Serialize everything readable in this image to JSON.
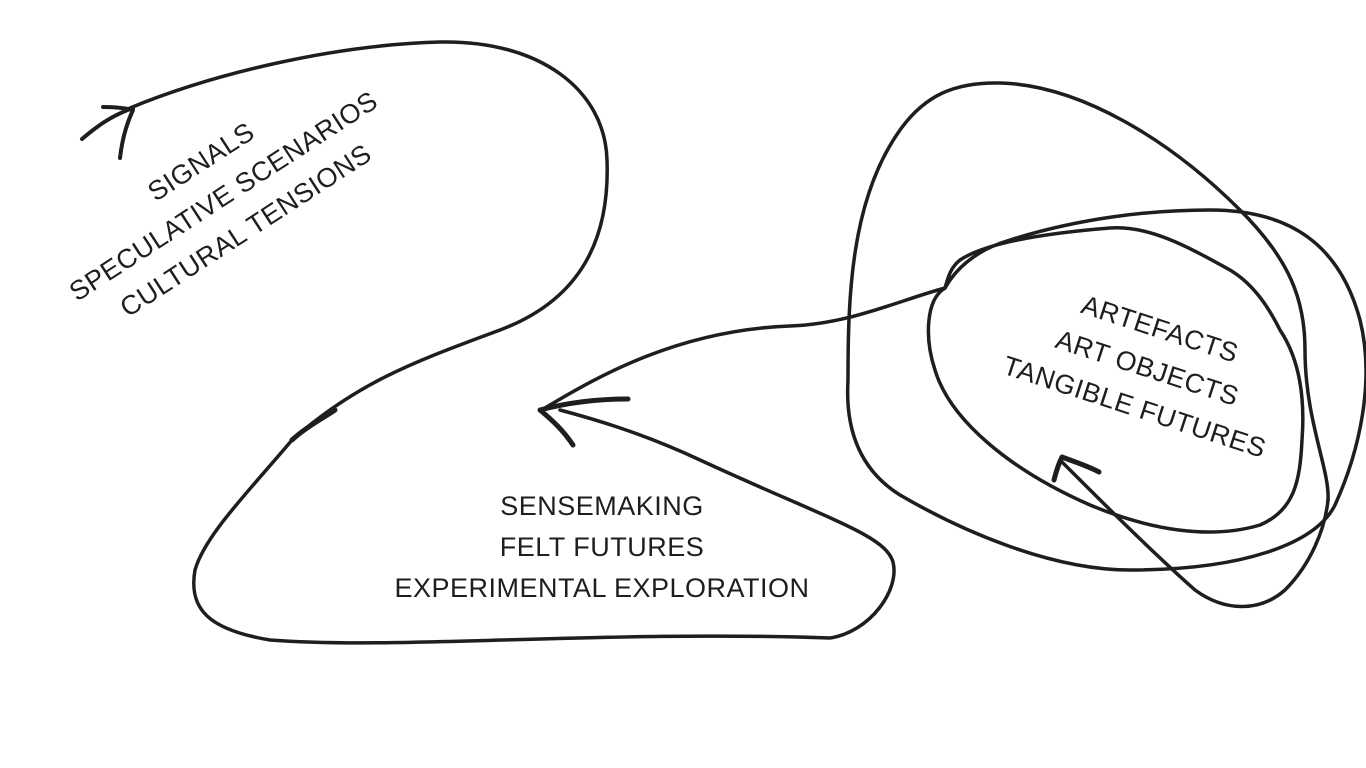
{
  "diagram": {
    "stages": [
      {
        "id": "stage-1",
        "lines": [
          "SIGNALS",
          "SPECULATIVE SCENARIOS",
          "CULTURAL TENSIONS"
        ]
      },
      {
        "id": "stage-2",
        "lines": [
          "SENSEMAKING",
          "FELT FUTURES",
          "EXPERIMENTAL EXPLORATION"
        ]
      },
      {
        "id": "stage-3",
        "lines": [
          "ARTEFACTS",
          "ART OBJECTS",
          "TANGIBLE FUTURES"
        ]
      }
    ],
    "stroke_color": "#1e1e1e",
    "background_color": "#ffffff"
  }
}
